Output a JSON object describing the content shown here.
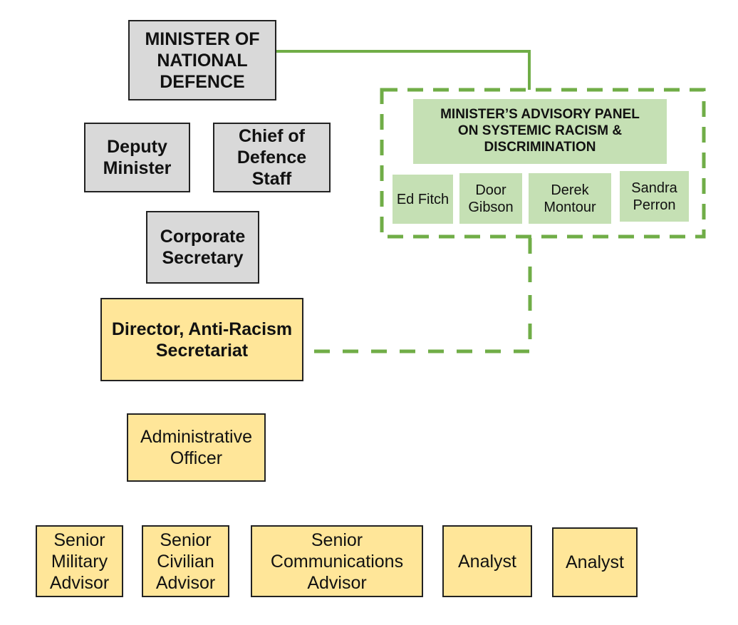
{
  "diagram": {
    "colors": {
      "grey_box": "#d9d9d9",
      "yellow_box": "#ffe699",
      "green_box": "#c5e0b4",
      "connector": "#70ad47"
    },
    "minister": "MINISTER OF\nNATIONAL\nDEFENCE",
    "deputy_minister": "Deputy\nMinister",
    "chief_defence_staff": "Chief of\nDefence\nStaff",
    "corporate_secretary": "Corporate\nSecretary",
    "director": "Director, Anti-Racism\nSecretariat",
    "admin_officer": "Administrative\nOfficer",
    "panel": {
      "title": "MINISTER’S ADVISORY PANEL\nON SYSTEMIC RACISM &\nDISCRIMINATION",
      "members": [
        "Ed Fitch",
        "Door\nGibson",
        "Derek\nMontour",
        "Sandra\nPerron"
      ]
    },
    "staff": [
      "Senior\nMilitary\nAdvisor",
      "Senior\nCivilian\nAdvisor",
      "Senior\nCommunications\nAdvisor",
      "Analyst",
      "Analyst"
    ]
  }
}
